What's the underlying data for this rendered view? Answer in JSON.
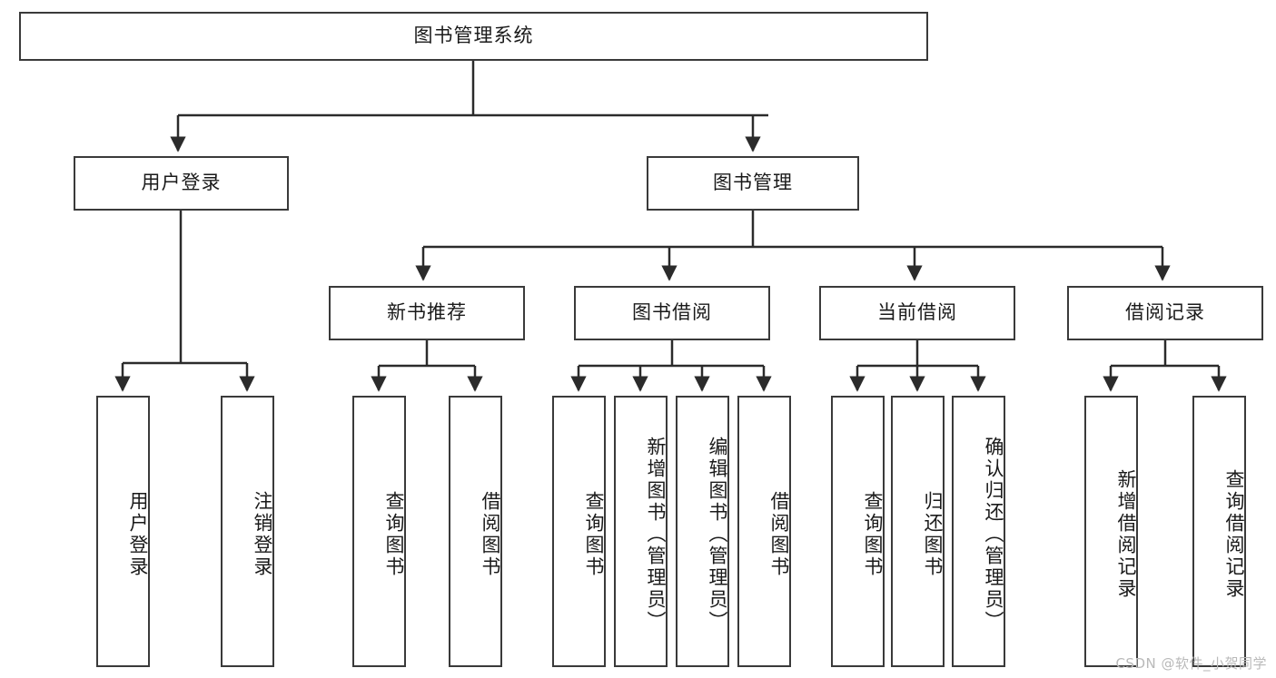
{
  "diagram": {
    "type": "tree-hierarchy",
    "title": "图书管理系统",
    "root": {
      "label": "图书管理系统"
    },
    "level1": [
      {
        "label": "用户登录"
      },
      {
        "label": "图书管理"
      }
    ],
    "level2": [
      {
        "label": "新书推荐"
      },
      {
        "label": "图书借阅"
      },
      {
        "label": "当前借阅"
      },
      {
        "label": "借阅记录"
      }
    ],
    "leaves": {
      "user_login": [
        {
          "label": "用户登录"
        },
        {
          "label": "注销登录"
        }
      ],
      "new_book_recommend": [
        {
          "label": "查询图书"
        },
        {
          "label": "借阅图书"
        }
      ],
      "book_borrow": [
        {
          "label": "查询图书"
        },
        {
          "label": "新增图书（管理员）"
        },
        {
          "label": "编辑图书（管理员）"
        },
        {
          "label": "借阅图书"
        }
      ],
      "current_borrow": [
        {
          "label": "查询图书"
        },
        {
          "label": "归还图书"
        },
        {
          "label": "确认归还（管理员）"
        }
      ],
      "borrow_record": [
        {
          "label": "新增借阅记录"
        },
        {
          "label": "查询借阅记录"
        }
      ]
    }
  },
  "watermark": {
    "text": "CSDN @软件_小贺同学"
  },
  "colors": {
    "border": "#3a3a3a",
    "text": "#1a1a1a",
    "background": "#ffffff",
    "connector": "#2b2b2b",
    "watermark": "#b9b9b9"
  }
}
